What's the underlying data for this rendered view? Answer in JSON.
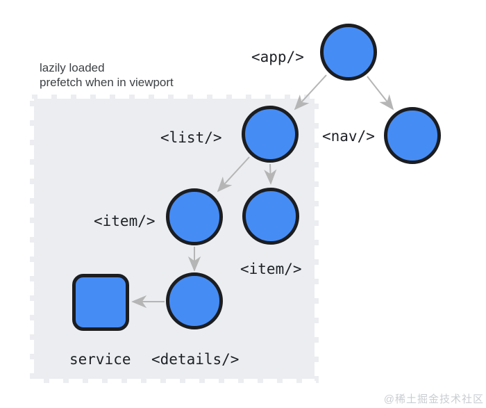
{
  "annotation": {
    "line1": "lazily loaded",
    "line2": "prefetch when in viewport"
  },
  "watermark": "@稀土掘金技术社区",
  "diagram": {
    "type": "component-tree",
    "colors": {
      "node_fill": "#468cf5",
      "node_stroke": "#1b1d21",
      "lazy_region_fill": "#ebedf0",
      "arrow": "#b5b5b5",
      "label_text": "#1d2025",
      "annotation_text": "#3c4043",
      "watermark_text": "#c9cdd1",
      "background": "#ffffff"
    },
    "nodes": {
      "app": {
        "label": "<app/>",
        "shape": "circle",
        "lazy": false
      },
      "nav": {
        "label": "<nav/>",
        "shape": "circle",
        "lazy": false
      },
      "list": {
        "label": "<list/>",
        "shape": "circle",
        "lazy": true
      },
      "item1": {
        "label": "<item/>",
        "shape": "circle",
        "lazy": true
      },
      "item2": {
        "label": "<item/>",
        "shape": "circle",
        "lazy": true
      },
      "details": {
        "label": "<details/>",
        "shape": "circle",
        "lazy": true
      },
      "service": {
        "label": "service",
        "shape": "rounded-square",
        "lazy": true
      }
    },
    "edges": [
      {
        "from": "app",
        "to": "list"
      },
      {
        "from": "app",
        "to": "nav"
      },
      {
        "from": "list",
        "to": "item1"
      },
      {
        "from": "list",
        "to": "item2"
      },
      {
        "from": "item1",
        "to": "details"
      },
      {
        "from": "details",
        "to": "service"
      }
    ],
    "lazy_region_members": [
      "list",
      "item1",
      "item2",
      "details",
      "service"
    ]
  }
}
